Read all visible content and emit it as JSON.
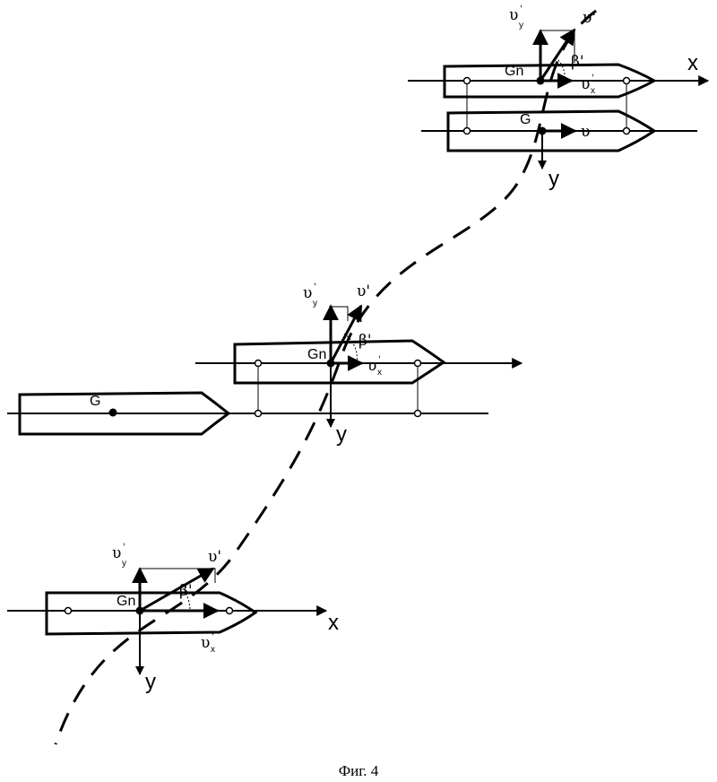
{
  "labels": {
    "x": "x",
    "y": "y",
    "g": "G",
    "gn": "Gn",
    "v": "υ",
    "v_prime": "υ'",
    "v_sub_prime": "'",
    "v_y": "υ",
    "v_x": "υ",
    "sub_y": "y",
    "sub_x": "x",
    "beta": "β'"
  },
  "caption": "Фиг. 4"
}
